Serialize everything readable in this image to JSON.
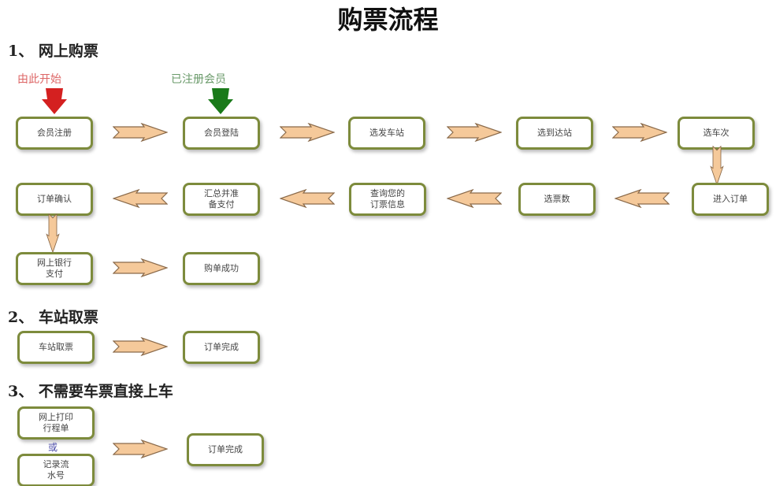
{
  "title": "购票流程",
  "sections": [
    {
      "heading": "1、 网上购票"
    },
    {
      "heading": "2、 车站取票"
    },
    {
      "heading": "3、 不需要车票直接上车"
    }
  ],
  "hints": {
    "start": "由此开始",
    "registered": "已注册会员"
  },
  "colors": {
    "start": "#d42020",
    "registered": "#1a7a1a",
    "box_border": "#7d8b3c",
    "arrow_fill": "#f5c99a"
  },
  "flow1": [
    "会员注册",
    "会员登陆",
    "选发车站",
    "选到达站",
    "选车次",
    "进入订单",
    "选票数",
    "查询您的\n订票信息",
    "汇总并准\n备支付",
    "订单确认",
    "网上银行\n支付",
    "购单成功"
  ],
  "flow2": [
    "车站取票",
    "订单完成"
  ],
  "flow3": {
    "a": "网上打印\n行程单",
    "or": "或",
    "b": "记录流\n水号",
    "done": "订单完成"
  }
}
